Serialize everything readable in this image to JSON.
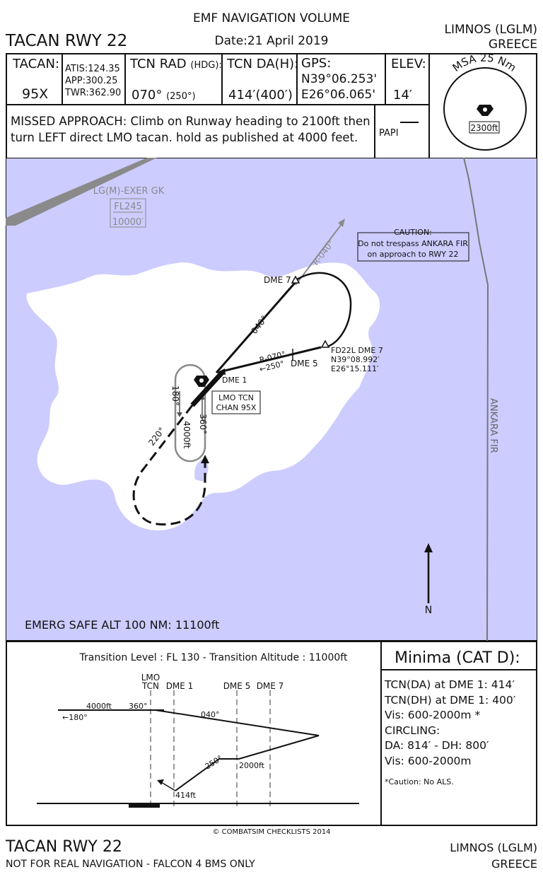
{
  "header": {
    "volume_title": "EMF NAVIGATION VOLUME",
    "date_label": "Date:",
    "date_value": "21 April 2019",
    "procedure": "TACAN RWY 22",
    "airport": "LIMNOS (LGLM)",
    "country": "GREECE"
  },
  "info": {
    "tacan_label": "TACAN:",
    "tacan_value": "95X",
    "atis": "ATIS:124.35",
    "app": "APP:300.25",
    "twr": "TWR:362.90",
    "tcn_rad_label": "TCN RAD",
    "tcn_rad_hdg": "(HDG):",
    "tcn_rad_value": "070°",
    "tcn_rad_hdg_value": "(250°)",
    "tcn_da_label": "TCN DA(H):",
    "tcn_da_value": "414′(400′)",
    "gps_label": "GPS:",
    "gps_lat": "N39°06.253'",
    "gps_lon": "E26°06.065'",
    "elev_label": "ELEV:",
    "elev_value": "14′"
  },
  "msa": {
    "label": "MSA 25 Nm",
    "altitude": "2300ft"
  },
  "missed_approach": {
    "line1": "MISSED APPROACH: Climb on Runway heading to 2100ft then",
    "line2": "turn LEFT direct LMO tacan. hold as published at 4000 feet.",
    "papi_label": "PAPI"
  },
  "plan": {
    "area_name": "LG(M)-EXER GK",
    "area_upper": "FL245",
    "area_lower": "10000′",
    "caution_title": "CAUTION:",
    "caution_line1": "Do not trespass ANKARA FIR",
    "caution_line2": "on approach to RWY 22",
    "radial_040": "R-040°",
    "course_040": "040°",
    "dme7": "DME 7",
    "dme5": "DME 5",
    "dme1": "DME 1",
    "r070": "R-070°",
    "course_250": "←250°",
    "fd_name": "FD22L DME 7",
    "fd_lat": "N39°08.992′",
    "fd_lon": "E26°15.111′",
    "tcn_name": "LMO TCN",
    "tcn_chan": "CHAN 95X",
    "hold_180": "180°",
    "hold_360": "360°",
    "hold_alt": "4000ft",
    "course_220": "220°",
    "fir_label": "ANKARA FIR",
    "north": "N",
    "emerg": "EMERG SAFE ALT 100 NM: 11100ft"
  },
  "profile": {
    "transition": "Transition Level : FL 130  -  Transition Altitude : 11000ft",
    "lmo": "LMO",
    "tcn": "TCN",
    "dme1": "DME 1",
    "dme5": "DME 5",
    "dme7": "DME 7",
    "alt4000": "4000ft",
    "hdg360": "360°",
    "hdg180": "←180°",
    "crs040": "040°",
    "crs250": "250°",
    "alt2000": "2000ft",
    "alt414": "414ft"
  },
  "minima": {
    "title": "Minima (CAT D):",
    "lines": [
      "TCN(DA) at DME 1: 414′",
      "TCN(DH) at DME 1: 400′",
      "Vis: 600-2000m *",
      "CIRCLING:",
      "DA: 814′ - DH: 800′",
      "Vis: 600-2000m"
    ],
    "note": "*Caution: No ALS."
  },
  "footer": {
    "copyright": "© COMBATSIM CHECKLISTS 2014",
    "procedure": "TACAN RWY 22",
    "disclaimer": "NOT FOR REAL NAVIGATION - FALCON 4 BMS ONLY",
    "airport": "LIMNOS (LGLM)",
    "country": "GREECE"
  },
  "colors": {
    "sea": "#ccccff",
    "land": "#ffffff",
    "ink": "#111111",
    "grey": "#8a8a8a"
  }
}
